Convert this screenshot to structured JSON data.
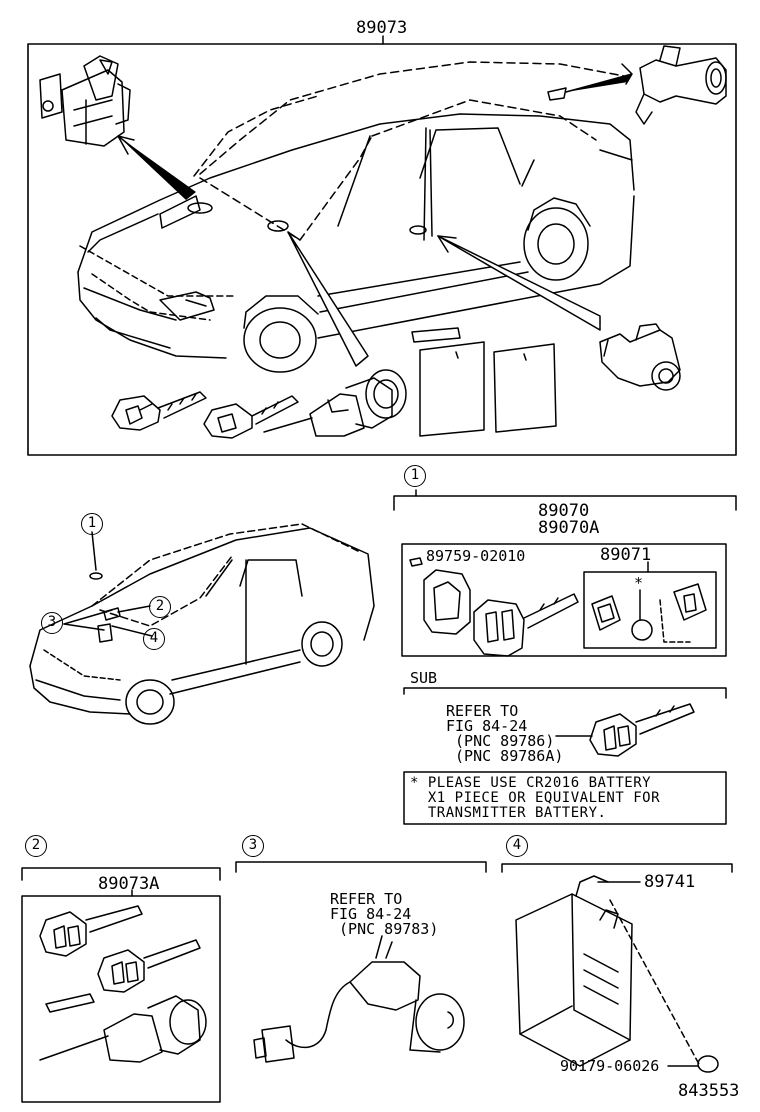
{
  "main": {
    "top_label": "89073"
  },
  "overview": {
    "callouts": [
      "1",
      "2",
      "3",
      "4"
    ]
  },
  "section1": {
    "number": "1",
    "label_a": "89070",
    "label_b": "89070A",
    "part_screw": "89759-02010",
    "part_transmitter": "89071",
    "asterisk": "*",
    "sub_label": "SUB",
    "refer_lines": [
      "REFER TO",
      "FIG 84-24",
      " (PNC 89786)",
      " (PNC 89786A)"
    ],
    "note_lines": [
      "* PLEASE USE CR2016 BATTERY",
      "  X1 PIECE OR EQUIVALENT FOR",
      "  TRANSMITTER BATTERY."
    ]
  },
  "section2": {
    "number": "2",
    "label": "89073A"
  },
  "section3": {
    "number": "3",
    "refer_lines": [
      "REFER TO",
      "FIG 84-24",
      " (PNC 89783)"
    ]
  },
  "section4": {
    "number": "4",
    "part_connector": "89741",
    "part_clip": "90179-06026"
  },
  "footer": {
    "figure_id": "843553"
  }
}
